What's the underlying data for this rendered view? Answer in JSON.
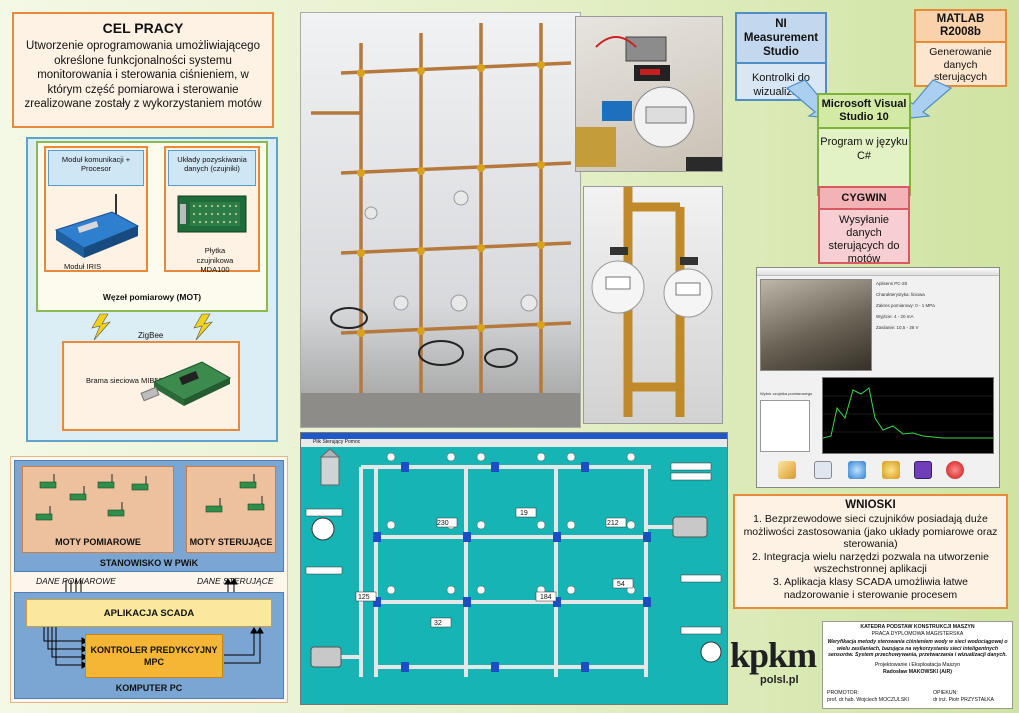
{
  "goal": {
    "title": "CEL PRACY",
    "text": "Utworzenie oprogramowania umożliwiającego określone funkcjonalności systemu monitorowania i sterowania ciśnieniem, w którym część pomiarowa i sterowanie zrealizowane zostały z wykorzystaniem motów"
  },
  "network": {
    "modul_title": "Moduł komunikacji + Procesor",
    "modul_caption": "Moduł IRIS",
    "uklady_title": "Układy pozyskiwania danych (czujniki)",
    "uklady_caption": "Płytka czujnikowa MDA100",
    "mot_label": "Węzeł pomiarowy (MOT)",
    "zigbee": "ZigBee",
    "brama_caption": "Brama sieciowa MIB520"
  },
  "architecture": {
    "moty_pomiarowe": "MOTY POMIAROWE",
    "moty_sterujace": "MOTY STERUJĄCE",
    "stanowisko": "STANOWISKO W PWiK",
    "dane_pomiarowe": "DANE POMIAROWE",
    "dane_sterujace": "DANE STERUJĄCE",
    "aplikacja_scada": "APLIKACJA SCADA",
    "kontroler": "KONTROLER PREDYKCYJNY MPC",
    "komputer": "KOMPUTER PC"
  },
  "toolchain": {
    "ni_title": "NI Measurement Studio",
    "ni_body": "Kontrolki do wizualizacji",
    "matlab_title": "MATLAB R2008b",
    "matlab_body": "Generowanie danych sterujących",
    "mvs_title": "Microsoft Visual Studio 10",
    "mvs_body": "Program w języku C#",
    "cygwin_title": "CYGWIN",
    "cygwin_body": "Wysyłanie danych sterujących do motów"
  },
  "scada": {
    "menu": "Plik   Sterujący   Pomoc",
    "values": [
      "230",
      "19",
      "212",
      "125",
      "184",
      "54",
      "32"
    ]
  },
  "app": {
    "info": [
      "Aplisens PC-28",
      "Charakterystyka: liniowa",
      "Zakres pomiarowy: 0 - 1 MPa",
      "Wyjście: 4 - 20 mA",
      "Zasilanie: 10,5 - 36 V"
    ],
    "list_label": "Wybór czujnika pomiarowego"
  },
  "conclusions": {
    "title": "WNIOSKI",
    "items": [
      "1. Bezprzewodowe sieci czujników posiadają duże możliwości zastosowania (jako układy pomiarowe oraz sterowania)",
      "2. Integracja wielu narzędzi pozwala na utworzenie wszechstronnej aplikacji",
      "3. Aplikacja klasy SCADA umożliwia łatwe nadzorowanie i sterowanie procesem"
    ]
  },
  "logo": {
    "main": "kpkm",
    "sub": "polsl.pl"
  },
  "footer": {
    "katedra": "KATEDRA PODSTAW KONSTRUKCJI MASZYN",
    "praca": "PRACA DYPLOMOWA MAGISTERSKA",
    "opis": "Weryfikacja metody sterowania ciśnieniem wody w sieci wodociągowej o wielu zasilaniach, bazująca na wykorzystaniu sieci inteligentnych sensorów. System przechowywania, przetwarzania i wizualizacji danych.",
    "kierunek": "Projektowanie i Eksploatacja Maszyn",
    "autor": "Radosław MAKOWSKI (AiR)",
    "promotor_label": "PROMOTOR:",
    "promotor": "prof. dr hab. Wojciech MOCZULSKI",
    "opiekun_label": "OPIEKUN:",
    "opiekun": "dr inż. Piotr PRZYSTAŁKA"
  },
  "colors": {
    "orange": "#e98a3a",
    "blue": "#4f8fc6",
    "green": "#7fb13d",
    "red": "#d85a64",
    "teal": "#16b4b4"
  }
}
